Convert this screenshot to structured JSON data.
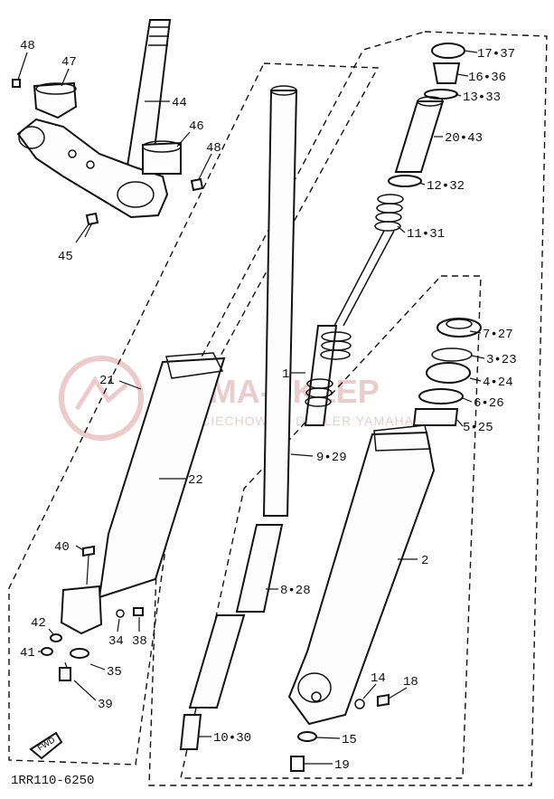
{
  "labels": {
    "l48a": "48",
    "l47": "47",
    "l44": "44",
    "l46": "46",
    "l48b": "48",
    "l45": "45",
    "l17": "17•37",
    "l16": "16•36",
    "l13": "13•33",
    "l20": "20•43",
    "l12": "12•32",
    "l11": "11•31",
    "l7": "7•27",
    "l3": "3•23",
    "l4": "4•24",
    "l6": "6•26",
    "l5": "5•25",
    "l1": "1",
    "l9": "9•29",
    "l21": "21",
    "l22": "22",
    "l2": "2",
    "l40": "40",
    "l8": "8•28",
    "l34": "34",
    "l38": "38",
    "l42": "42",
    "l41": "41",
    "l35": "35",
    "l39": "39",
    "l14": "14",
    "l18": "18",
    "l10": "10•30",
    "l15": "15",
    "l19": "19"
  },
  "footer_code": "1RR110-6250",
  "fwd_label": "FWD",
  "watermark": {
    "title": "YAMA-SKLEP",
    "subtitle": "WOJCIECHOWICZ DEALER YAMAHA"
  }
}
